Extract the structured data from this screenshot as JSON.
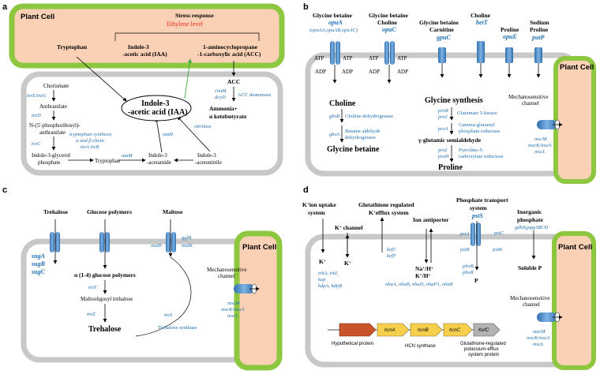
{
  "colors": {
    "cell_green": "#8dc63f",
    "cell_fill": "#fbd1b5",
    "membrane_gray": "#c8c8c8",
    "gene_blue": "#1f6fb3",
    "ethylene_red": "#e8281d",
    "transporter_blue": "#4f8fcf"
  },
  "panel_a": {
    "label": "a",
    "plant_cell": "Plant Cell",
    "stress": "Stress response",
    "ethylene": "Ethylene level",
    "tryptophan": "Tryptophan",
    "iaa_top": "Indole-3",
    "iaa_top2": "-acetic acid (IAA)",
    "acc_top": "1-aminocyclopropane",
    "acc_top2": "-1-carboxylic acid (ACC)",
    "chorismate": "Chorismate",
    "treE": "treE/treG",
    "anthranilate": "Anthranilate",
    "treD": "treD",
    "npra1": "N-(5'-phosphoribosyl)-",
    "npra2": "anthranilate",
    "treC": "treC",
    "trp_syn1": "tryptophan synthesis",
    "trp_syn2": "α and β chain",
    "trp_syn3": "treA treB",
    "igp1": "Indole-3-glycerol",
    "igp2": "phosphate",
    "trp": "Tryptophan",
    "iaaM": "iaaM",
    "iam1": "Indole-3",
    "iam2": "-acetamide",
    "ian1": "Indole-3",
    "ian2": "-acetonitrile",
    "iaaH": "iaaH",
    "nitrilase": "nitrilase",
    "iaa_center1": "Indole-3",
    "iaa_center2": "-acetic acid (IAA)",
    "acc": "ACC",
    "rimM": "rimM",
    "dcyD": "dcyD",
    "acc_deaminase": "ACC deaminase",
    "ammonia": "Ammonia+",
    "ketobut": "α ketobutyrate"
  },
  "panel_b": {
    "label": "b",
    "gb1": "Glycine betaine",
    "opuA": "opuA",
    "opuA_sub": "(opuAA,opuAB,opuAC)",
    "gbc1": "Glycine betaine",
    "gbc2": "Choline",
    "opuC": "opuC",
    "gbcar1": "Glycine betaine",
    "gbcar2": "Carnitine",
    "gpuC": "gpuC",
    "choline_top": "Choline",
    "betT": "betT",
    "proline_top": "Proline",
    "opuE": "opuE",
    "sodium1": "Sodium",
    "sodium2": "Proline",
    "putP": "putP",
    "atp": "ATP",
    "adp": "ADP",
    "choline": "Choline",
    "gbsB": "gbsB",
    "chdh": "Choline dehydrogenase",
    "gbsA": "gbsA",
    "badh1": "Betaine aldehyde",
    "badh2": "dehydrogenase",
    "glycine_betaine": "Glycine betaine",
    "glycine_synthesis": "Glycine synthesis",
    "proB": "proB",
    "proJ": "proJ",
    "g5k": "Glutamate 5-kinase",
    "proA": "proA",
    "ggpr1": "Gamma-glutamyl",
    "ggpr2": "phosphate reductase",
    "gamma": "γ-glutamic semialdehyde",
    "proI": "proI",
    "proH": "proH",
    "p5cr1": "Pyrroline-5-",
    "p5cr2": "carboxylate reductase",
    "proline": "Proline",
    "plant_cell": "Plant Cell",
    "mechano1": "Mechanosensitive",
    "mechano2": "channel",
    "mscM": "mscM",
    "mscK": "mscK/mscS",
    "mscL": "mscL"
  },
  "panel_c": {
    "label": "c",
    "trehalose_top": "Trehalose",
    "glucose_poly": "Glucose polymers",
    "maltose": "Maltose",
    "sugA": "sugA",
    "sugB": "sugB",
    "sugC": "sugC",
    "gglB": "gglB",
    "malK1": "malK",
    "malK2": "malK",
    "alpha": "α (1-4) glucose polymers",
    "treY": "treY",
    "malto": "Maltooligosyl trehalose",
    "treZ": "treZ",
    "trehalose": "Trehalose",
    "treS": "treS",
    "treS_name": "Trehalose synthase",
    "plant_cell": "Plant Cell",
    "mechano1": "Mechanosensitive",
    "mechano2": "channel",
    "mscM": "mscM",
    "mscK": "mscK/mscS",
    "mscL": "mscL"
  },
  "panel_d": {
    "label": "d",
    "k_uptake1": "K",
    "k_uptake1b": "ion uptake",
    "k_uptake2": "system",
    "glut1": "Glutathione regulated",
    "glut2": "K",
    "glut2b": "efflux system",
    "k_channel": "K",
    "k_channel_b": "channel",
    "ion_anti": "Ion antiporter",
    "pt1": "Phosphate transport",
    "pt2": "system",
    "pstS": "pstS",
    "inorg1": "Inorganic",
    "inorg2": "phosphate",
    "gdhB": "gdhB,pqqABCD",
    "kplus1": "K",
    "kplus2": "K",
    "trk1": "trkA, trkI,",
    "trk2": "kup",
    "trk3": "kdpA, kdpB",
    "kefC": "kefC",
    "kefF": "kefF",
    "na_h": "Na",
    "k_h": "K",
    "nha": "nhaA, nhaB, nhaD, nhaP1, nhaR",
    "pstA": "pstA",
    "pstC": "pstC",
    "pstB1": "pstB",
    "pstB2": "pstB",
    "phoB": "phoB",
    "phoR": "phoR",
    "p": "P",
    "soluble": "Soluble P",
    "plant_cell": "Plant Cell",
    "mechano1": "Mechanosensitive",
    "mechano2": "channel",
    "mscM": "mscM",
    "mscK": "mscK/mscS",
    "mscL": "mscL",
    "gene1": "hcnA",
    "gene2": "hcnB",
    "gene3": "hcnC",
    "gene4": "KefC",
    "hyp": "Hypothetical protein",
    "hcn": "HCN synthase",
    "gs1": "Glutathione-regulated",
    "gs2": "potassium-efflux",
    "gs3": "system protein"
  }
}
